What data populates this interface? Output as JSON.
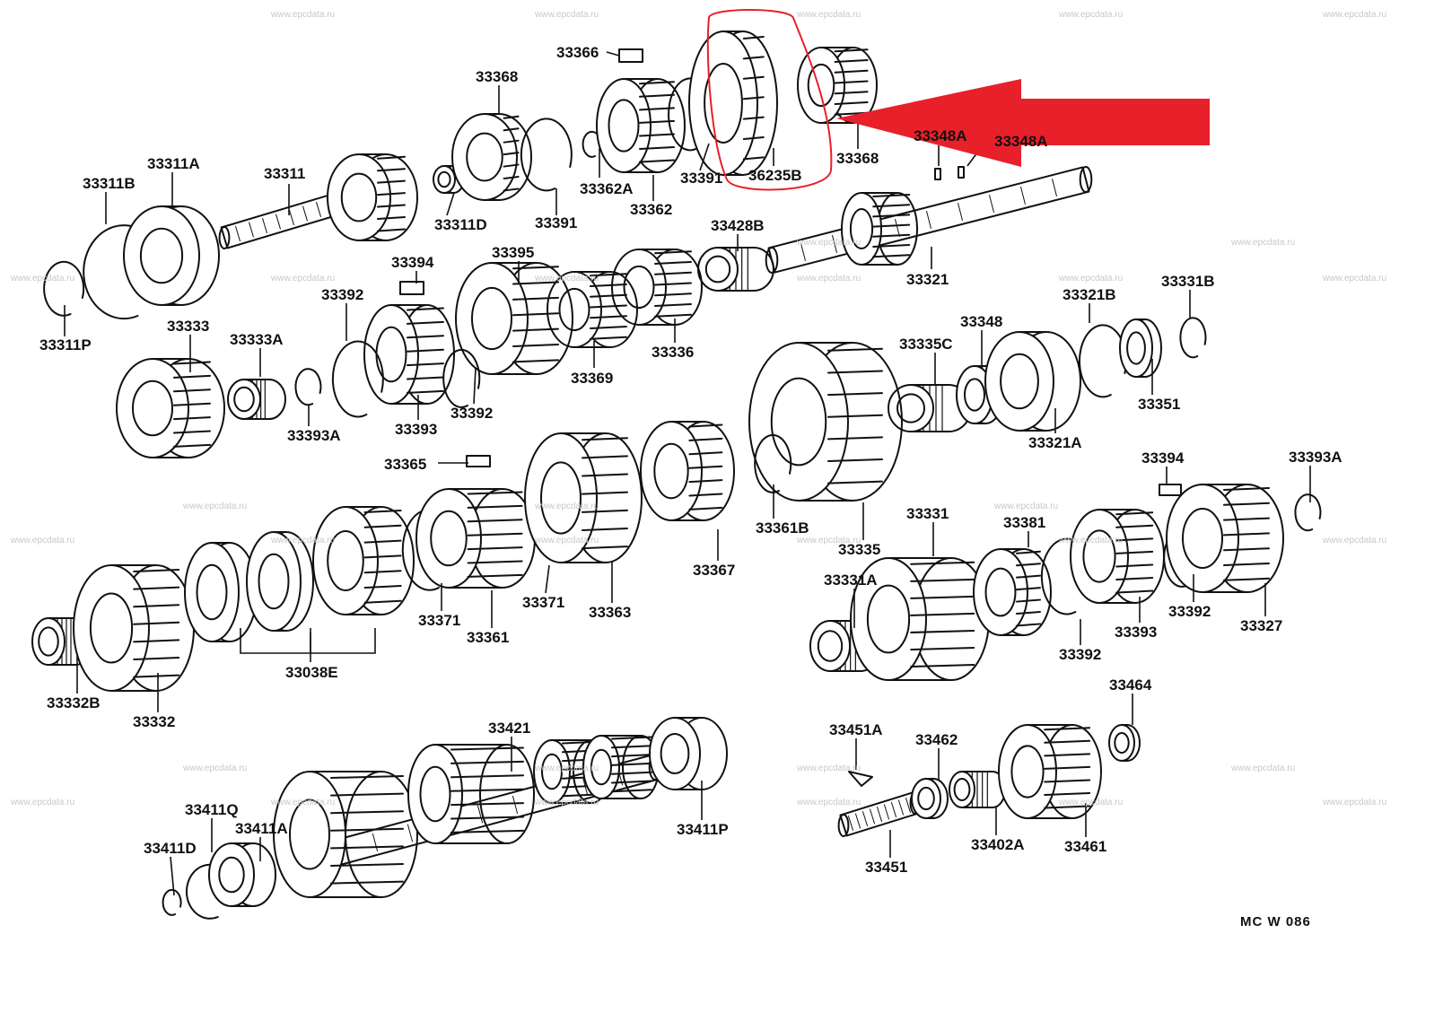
{
  "diagram": {
    "watermark": "www.epcdata.ru",
    "drawing_code": "MC   W 086",
    "highlight_color": "#e8202a",
    "highlighted_part": "36235B",
    "labels": [
      "33366",
      "33368",
      "36235B",
      "33368",
      "33348A",
      "33348A",
      "33311A",
      "33311B",
      "33311",
      "33311D",
      "33391",
      "33362A",
      "33362",
      "33391",
      "33311P",
      "33394",
      "33395",
      "33428B",
      "33321",
      "33392",
      "33333",
      "33333A",
      "33393",
      "33392",
      "33393A",
      "33369",
      "33336",
      "33331B",
      "33321B",
      "33348",
      "33335C",
      "33351",
      "33321A",
      "33365",
      "33394",
      "33393A",
      "33361B",
      "33335",
      "33331",
      "33381",
      "33371",
      "33371",
      "33361",
      "33363",
      "33367",
      "33331A",
      "33392",
      "33393",
      "33392",
      "33327",
      "33038E",
      "33332B",
      "33332",
      "33421",
      "33464",
      "33451A",
      "33462",
      "33411P",
      "33411Q",
      "33411A",
      "33411D",
      "33402A",
      "33461",
      "33451"
    ]
  }
}
